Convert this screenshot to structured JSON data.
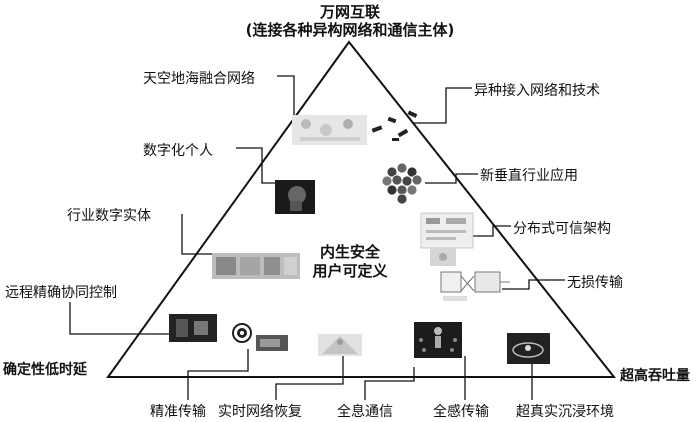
{
  "title": "万网互联",
  "subtitle": "(连接各种异构网络和通信主体)",
  "center_line1": "内生安全",
  "center_line2": "用户可定义",
  "corner_left": "确定性低时延",
  "corner_right": "超高吞吐量",
  "left_labels": {
    "space_air_ground_sea": "天空地海融合网络",
    "digital_person": "数字化个人",
    "industry_digital_entity": "行业数字实体",
    "remote_precise_control": "远程精确协同控制"
  },
  "right_labels": {
    "heterogeneous_access": "异种接入网络和技术",
    "vertical_apps": "新垂直行业应用",
    "distributed_trust": "分布式可信架构",
    "lossless_transmission": "无损传输"
  },
  "bottom_labels": {
    "precise_transmission": "精准传输",
    "realtime_recovery": "实时网络恢复",
    "holographic_comm": "全息通信",
    "full_sense_transmission": "全感传输",
    "immersive_env": "超真实沉浸环境"
  }
}
